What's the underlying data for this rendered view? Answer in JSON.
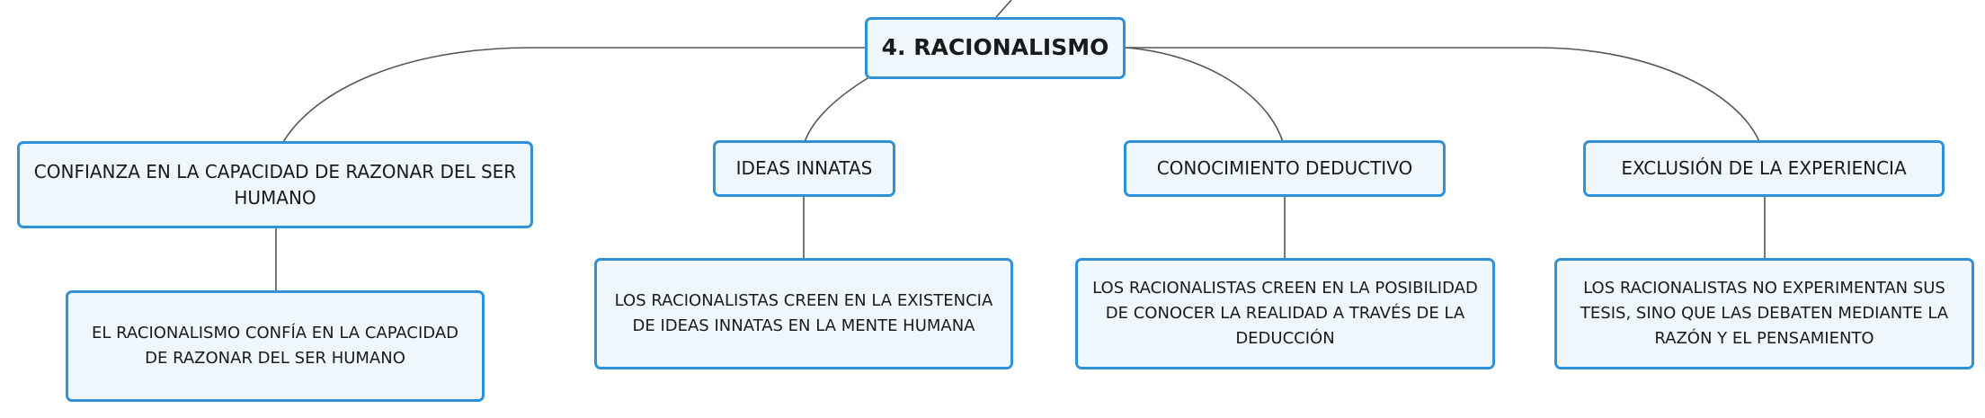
{
  "root": {
    "label": "4. RACIONALISMO"
  },
  "branches": [
    {
      "title": "CONFIANZA EN LA CAPACIDAD DE RAZONAR DEL SER HUMANO",
      "detail": "EL RACIONALISMO CONFÍA EN LA CAPACIDAD DE RAZONAR DEL SER HUMANO"
    },
    {
      "title": "IDEAS INNATAS",
      "detail": "LOS RACIONALISTAS CREEN EN LA EXISTENCIA DE IDEAS INNATAS EN LA MENTE HUMANA"
    },
    {
      "title": "CONOCIMIENTO DEDUCTIVO",
      "detail": "LOS RACIONALISTAS CREEN EN LA POSIBILIDAD DE CONOCER LA REALIDAD A TRAVÉS DE LA DEDUCCIÓN"
    },
    {
      "title": "EXCLUSIÓN DE LA EXPERIENCIA",
      "detail": "LOS RACIONALISTAS NO EXPERIMENTAN SUS TESIS, SINO QUE LAS DEBATEN MEDIANTE LA RAZÓN Y EL PENSAMIENTO"
    }
  ],
  "colors": {
    "border": "#2f92d8",
    "fill": "#eff7fd",
    "connector": "#555555",
    "text": "#1a1a1a"
  }
}
